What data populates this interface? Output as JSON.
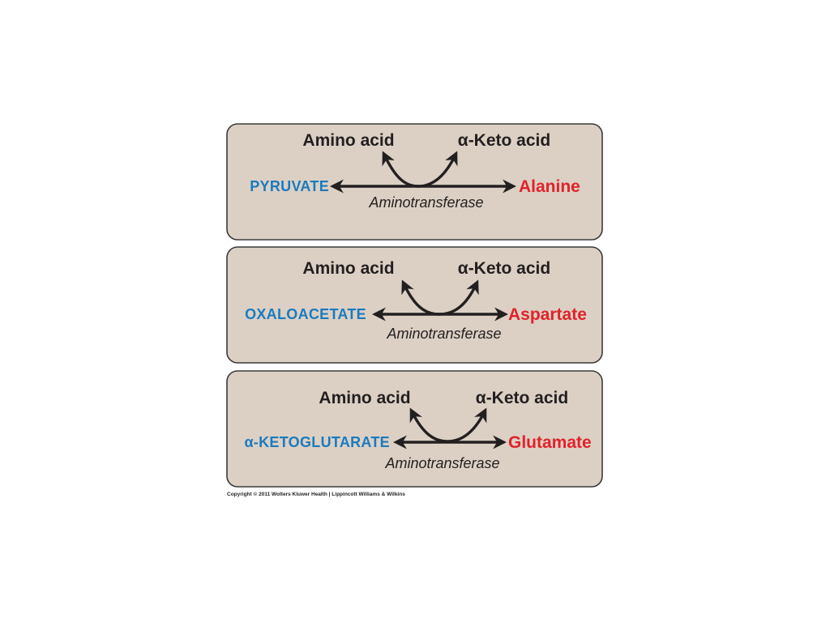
{
  "colors": {
    "panel_fill": "#dcd0c4",
    "substrate": "#1a7bbf",
    "product": "#e0222b",
    "text": "#231f20"
  },
  "reactions": [
    {
      "donor": "Amino acid",
      "acceptor": "α-Keto acid",
      "substrate": "PYRUVATE",
      "product": "Alanine",
      "enzyme": "Aminotransferase"
    },
    {
      "donor": "Amino acid",
      "acceptor": "α-Keto acid",
      "substrate": "OXALOACETATE",
      "product": "Aspartate",
      "enzyme": "Aminotransferase"
    },
    {
      "donor": "Amino acid",
      "acceptor": "α-Keto acid",
      "substrate": "α-KETOGLUTARATE",
      "product": "Glutamate",
      "enzyme": "Aminotransferase"
    }
  ],
  "copyright": "Copyright © 2011 Wolters Kluwer Health | Lippincott Williams & Wilkins"
}
